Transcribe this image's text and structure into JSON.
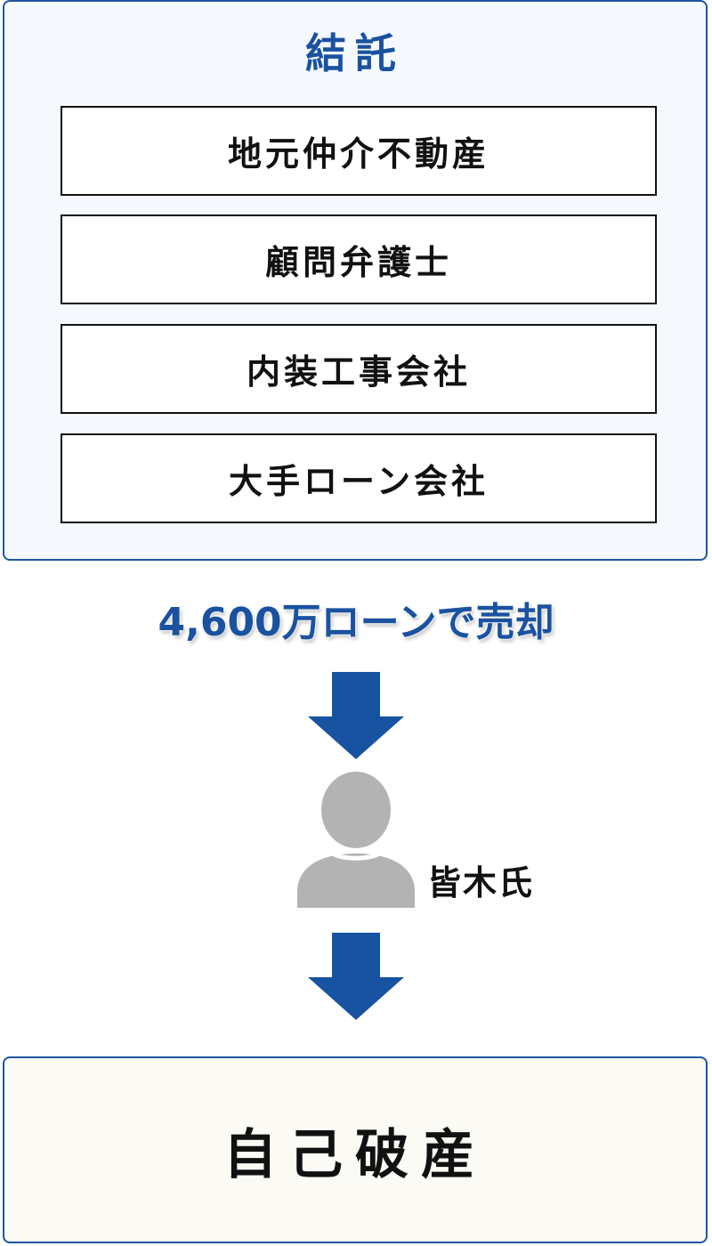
{
  "group": {
    "title": "結託",
    "items": [
      "地元仲介不動産",
      "顧問弁護士",
      "内装工事会社",
      "大手ローン会社"
    ]
  },
  "sale_label": "4,600万ローンで売却",
  "person": {
    "name": "皆木氏",
    "icon": "person-icon"
  },
  "result": {
    "label": "自己破産"
  },
  "colors": {
    "accent": "#1a52a0",
    "arrow": "#1753a1",
    "person": "#b3b3b3",
    "group_bg": "#f5f9fe",
    "result_bg": "#fbfaf4"
  }
}
